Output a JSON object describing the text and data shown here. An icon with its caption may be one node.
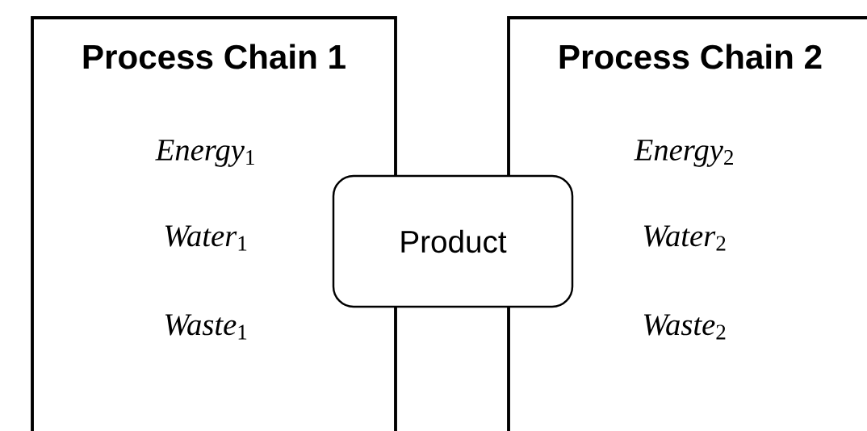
{
  "diagram": {
    "nodes": [
      {
        "text": [
          "Process Chain 1",
          "*Energy*$_{1}$",
          "*Water*$_{1}$",
          "*Waste*$_{1}$"
        ]
      },
      {
        "text": [
          "Process Chain 2",
          "*Energy*$_{2}$",
          "*Water*$_{2}$",
          "*Waste*$_{2}$"
        ]
      },
      {
        "text": [
          "Product"
        ]
      }
    ]
  }
}
